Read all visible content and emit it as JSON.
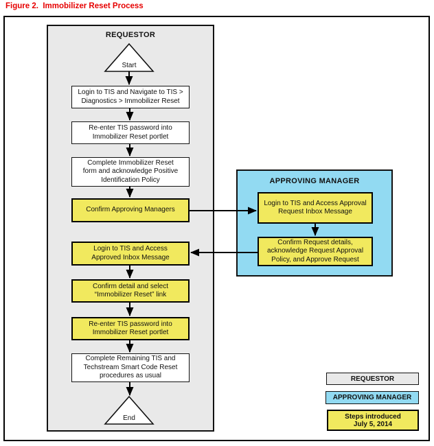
{
  "figure": {
    "title": "Figure 2.  Immobilizer Reset Process"
  },
  "lanes": {
    "requestor": {
      "title": "REQUESTOR"
    },
    "approving_manager": {
      "title": "APPROVING MANAGER"
    }
  },
  "nodes": {
    "start": {
      "label": "Start",
      "type": "terminator"
    },
    "r1": {
      "label": "Login to TIS and Navigate to TIS >\nDiagnostics > Immobilizer Reset",
      "type": "step",
      "highlighted": false
    },
    "r2": {
      "label": "Re-enter TIS password into\nImmobilizer Reset portlet",
      "type": "step",
      "highlighted": false
    },
    "r3": {
      "label": "Complete Immobilizer Reset\nform and acknowledge Positive\nIdentification Policy",
      "type": "step",
      "highlighted": false
    },
    "r4": {
      "label": "Confirm Approving Managers",
      "type": "step",
      "highlighted": true
    },
    "r5": {
      "label": "Login to TIS and Access\nApproved Inbox Message",
      "type": "step",
      "highlighted": true
    },
    "r6": {
      "label": "Confirm detail and select\n“Immobilizer Reset” link",
      "type": "step",
      "highlighted": true
    },
    "r7": {
      "label": "Re-enter TIS password into\nImmobilizer Reset portlet",
      "type": "step",
      "highlighted": true
    },
    "r8": {
      "label": "Complete Remaining TIS and\nTechstream Smart Code Reset\nprocedures as usual",
      "type": "step",
      "highlighted": false
    },
    "m1": {
      "label": "Login to TIS and Access Approval\nRequest Inbox Message",
      "type": "step",
      "highlighted": true
    },
    "m2": {
      "label": "Confirm Request details,\nacknowledge Request Approval\nPolicy, and Approve Request",
      "type": "step",
      "highlighted": true
    },
    "end": {
      "label": "End",
      "type": "terminator"
    }
  },
  "legend": {
    "requestor": {
      "label": "REQUESTOR"
    },
    "approving_manager": {
      "label": "APPROVING MANAGER"
    },
    "new_steps": {
      "label": "Steps introduced\nJuly 5, 2014"
    }
  },
  "colors": {
    "title_red": "#e60000",
    "requestor_gray": "#e9e9e9",
    "manager_blue": "#92daf2",
    "highlight_yellow": "#f1e95e",
    "line_black": "#000000"
  }
}
